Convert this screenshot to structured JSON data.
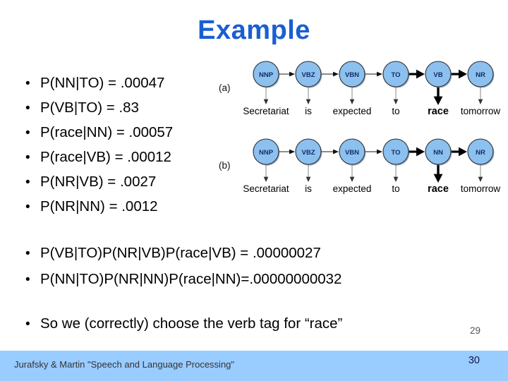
{
  "title": "Example",
  "probability_bullets": [
    "P(NN|TO) = .00047",
    "P(VB|TO) = .83",
    "P(race|NN) = .00057",
    "P(race|VB) = .00012",
    "P(NR|VB) = .0027",
    "P(NR|NN) = .0012"
  ],
  "product_bullets": [
    "P(VB|TO)P(NR|VB)P(race|VB) = .00000027",
    "P(NN|TO)P(NR|NN)P(race|NN)=.00000000032"
  ],
  "conclusion_bullet": "So we (correctly) choose the verb tag for “race”",
  "diagram_a": {
    "label": "(a)",
    "tags": [
      "NNP",
      "VBZ",
      "VBN",
      "TO",
      "VB",
      "NR"
    ],
    "words": [
      "Secretariat",
      "is",
      "expected",
      "to",
      "race",
      "tomorrow"
    ]
  },
  "diagram_b": {
    "label": "(b)",
    "tags": [
      "NNP",
      "VBZ",
      "VBN",
      "TO",
      "NN",
      "NR"
    ],
    "words": [
      "Secretariat",
      "is",
      "expected",
      "to",
      "race",
      "tomorrow"
    ]
  },
  "page_numbers": {
    "inner": "29",
    "footer": "30"
  },
  "footer": {
    "citation": "Jurafsky & Martin \"Speech and Language Processing\""
  },
  "colors": {
    "title_blue": "#1a5ed2",
    "node_fill": "#8cc0ef",
    "node_border": "#2b2b2b",
    "footer_bar": "#99ccff",
    "footer_page_number": "#14144e",
    "inner_page_number": "#555555"
  }
}
